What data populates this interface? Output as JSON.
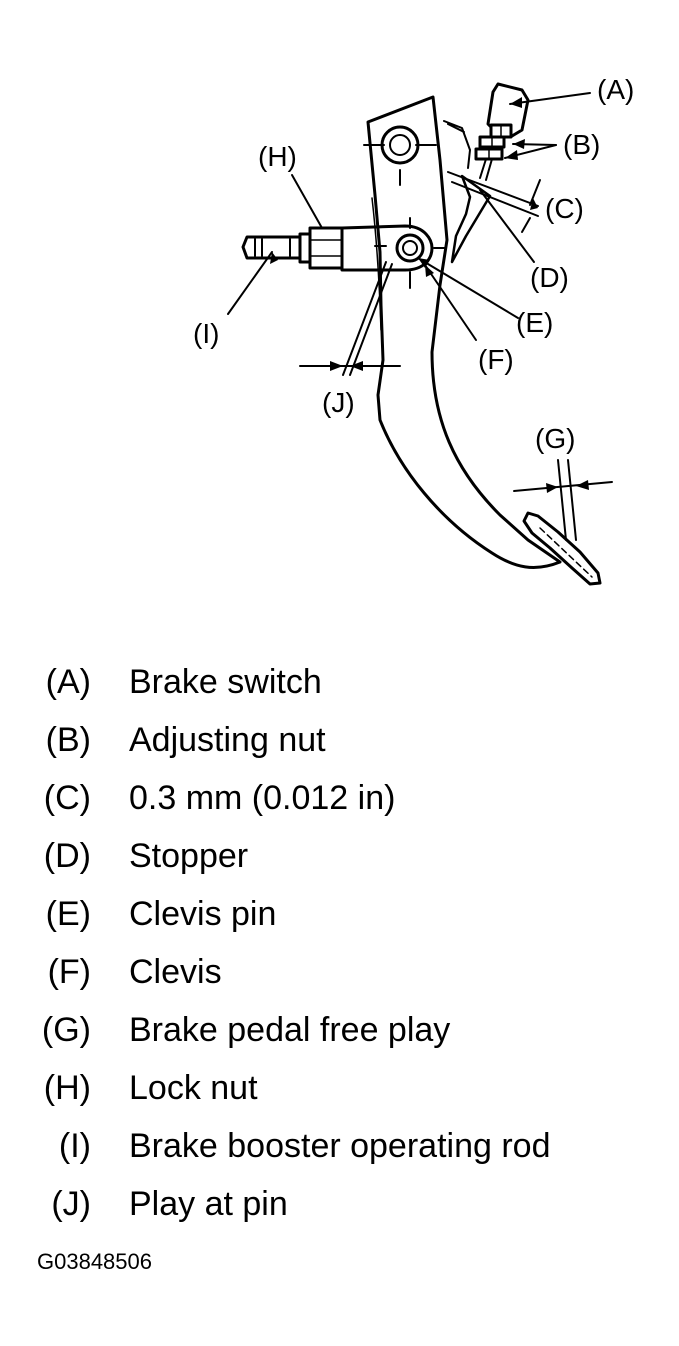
{
  "callouts": {
    "a": "(A)",
    "b": "(B)",
    "c": "(C)",
    "d": "(D)",
    "e": "(E)",
    "f": "(F)",
    "g": "(G)",
    "h": "(H)",
    "i": "(I)",
    "j": "(J)"
  },
  "legend": [
    {
      "key": "(A)",
      "text": "Brake switch"
    },
    {
      "key": "(B)",
      "text": "Adjusting nut"
    },
    {
      "key": "(C)",
      "text": "0.3 mm (0.012 in)"
    },
    {
      "key": "(D)",
      "text": "Stopper"
    },
    {
      "key": "(E)",
      "text": "Clevis pin"
    },
    {
      "key": "(F)",
      "text": "Clevis"
    },
    {
      "key": "(G)",
      "text": "Brake pedal free play"
    },
    {
      "key": "(H)",
      "text": "Lock nut"
    },
    {
      "key": "(I)",
      "text": "Brake booster operating rod"
    },
    {
      "key": "(J)",
      "text": "Play at pin"
    }
  ],
  "figure_code": "G03848506"
}
